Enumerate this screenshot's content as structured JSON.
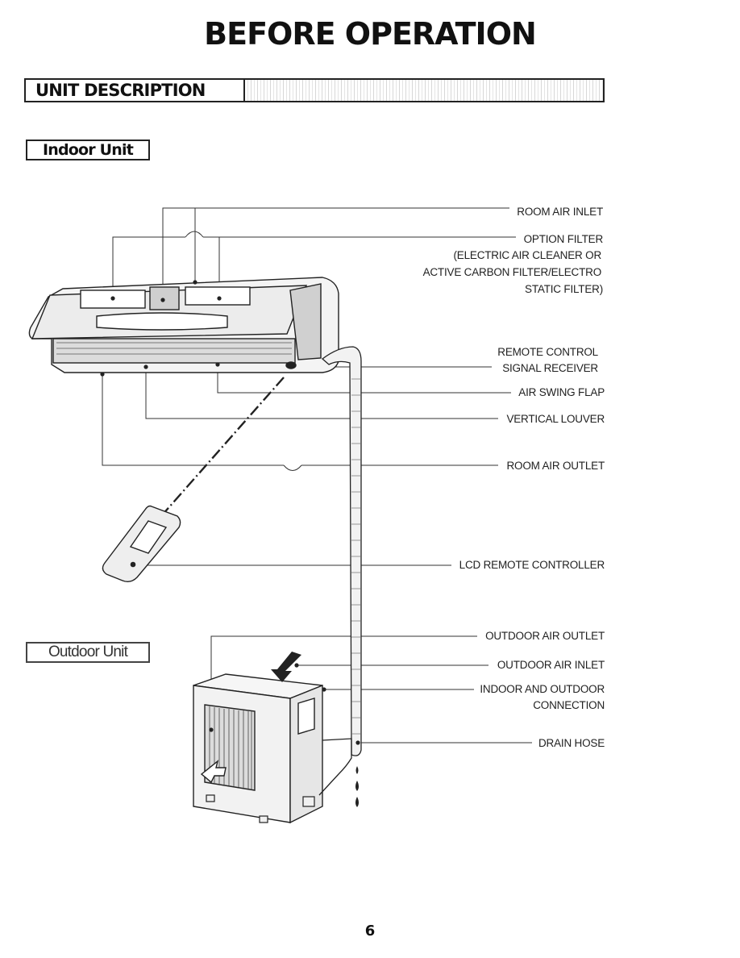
{
  "page": {
    "title": "BEFORE OPERATION",
    "section_title": "UNIT DESCRIPTION",
    "indoor_heading": "Indoor Unit",
    "outdoor_heading": "Outdoor Unit",
    "page_number": "6"
  },
  "labels": {
    "room_air_inlet": "ROOM AIR INLET",
    "option_filter_1": "OPTION FILTER",
    "option_filter_2": "(ELECTRIC AIR CLEANER OR",
    "option_filter_3": "ACTIVE CARBON FILTER/ELECTRO",
    "option_filter_4": "STATIC FILTER)",
    "remote_receiver_1": "REMOTE CONTROL",
    "remote_receiver_2": "SIGNAL RECEIVER",
    "air_swing_flap": "AIR SWING FLAP",
    "vertical_louver": "VERTICAL LOUVER",
    "room_air_outlet": "ROOM AIR OUTLET",
    "lcd_remote": "LCD REMOTE CONTROLLER",
    "outdoor_air_outlet": "OUTDOOR AIR OUTLET",
    "outdoor_air_inlet": "OUTDOOR AIR INLET",
    "connection_1": "INDOOR AND OUTDOOR",
    "connection_2": "CONNECTION",
    "drain_hose": "DRAIN HOSE"
  }
}
